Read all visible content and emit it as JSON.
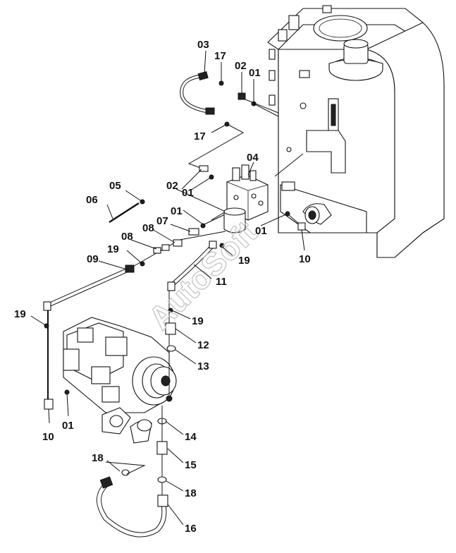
{
  "watermark": "AutoSoft",
  "callouts": [
    {
      "id": "c03a",
      "text": "03"
    },
    {
      "id": "c17a",
      "text": "17"
    },
    {
      "id": "c02a",
      "text": "02"
    },
    {
      "id": "c01a",
      "text": "01"
    },
    {
      "id": "c17b",
      "text": "17"
    },
    {
      "id": "c04",
      "text": "04"
    },
    {
      "id": "c05",
      "text": "05"
    },
    {
      "id": "c06",
      "text": "06"
    },
    {
      "id": "c02b",
      "text": "02"
    },
    {
      "id": "c01b",
      "text": "01"
    },
    {
      "id": "c01c",
      "text": "01"
    },
    {
      "id": "c07",
      "text": "07"
    },
    {
      "id": "c08a",
      "text": "08"
    },
    {
      "id": "c08b",
      "text": "08"
    },
    {
      "id": "c01d",
      "text": "01"
    },
    {
      "id": "c10a",
      "text": "10"
    },
    {
      "id": "c19a",
      "text": "19"
    },
    {
      "id": "c09",
      "text": "09"
    },
    {
      "id": "c19b",
      "text": "19"
    },
    {
      "id": "c11",
      "text": "11"
    },
    {
      "id": "c19c",
      "text": "19"
    },
    {
      "id": "c19d",
      "text": "19"
    },
    {
      "id": "c12",
      "text": "12"
    },
    {
      "id": "c13",
      "text": "13"
    },
    {
      "id": "c10b",
      "text": "10"
    },
    {
      "id": "c01e",
      "text": "01"
    },
    {
      "id": "c14",
      "text": "14"
    },
    {
      "id": "c15",
      "text": "15"
    },
    {
      "id": "c18a",
      "text": "18"
    },
    {
      "id": "c18b",
      "text": "18"
    },
    {
      "id": "c16",
      "text": "16"
    }
  ]
}
